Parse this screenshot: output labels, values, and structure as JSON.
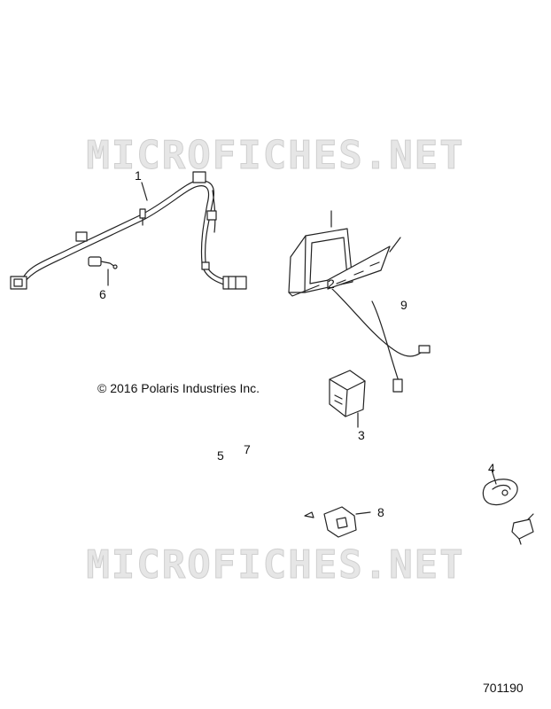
{
  "watermark": "MICROFICHES.NET",
  "copyright": "© 2016 Polaris Industries Inc.",
  "figure_number": "701190",
  "callouts": {
    "c1": "1",
    "c2": "2",
    "c3": "3",
    "c4": "4",
    "c5": "5",
    "c6": "6",
    "c7": "7",
    "c8": "8",
    "c9": "9"
  }
}
